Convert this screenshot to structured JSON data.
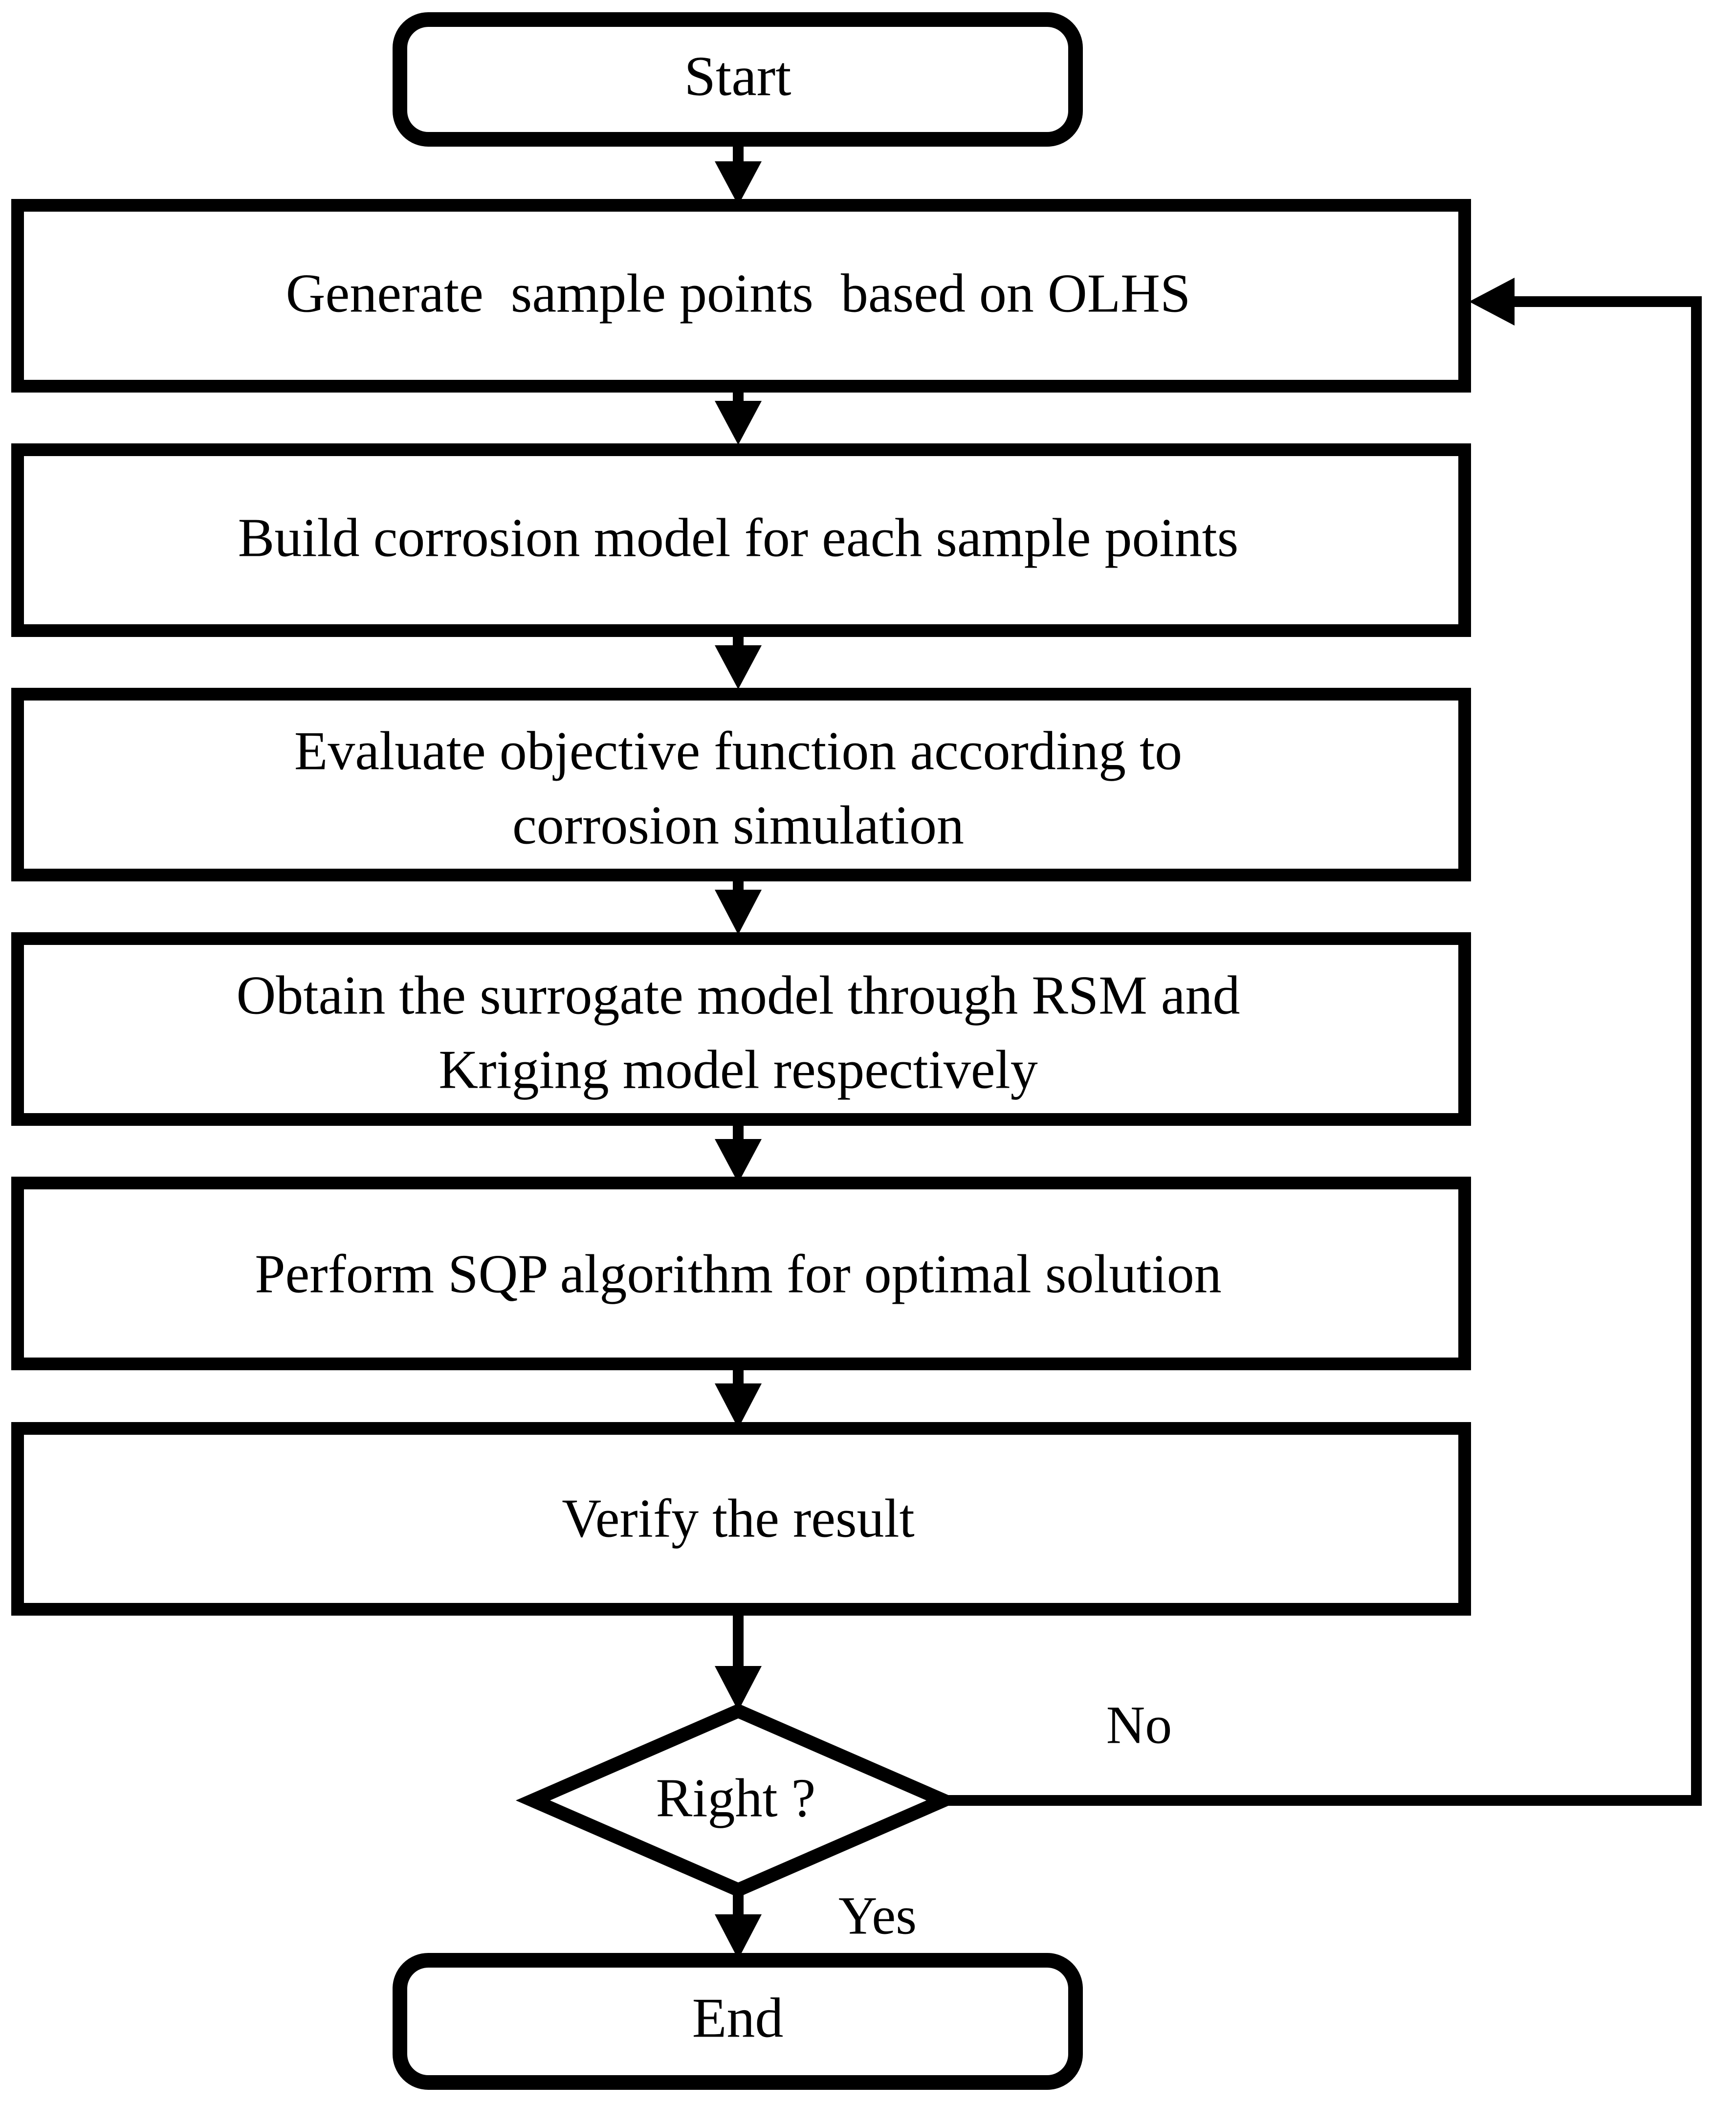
{
  "diagram": {
    "type": "flowchart",
    "title": "Surrogate-model-based corrosion optimization flowchart",
    "background_color": "#ffffff",
    "line_color": "#000000",
    "text_color": "#000000",
    "nodes": [
      {
        "id": "start",
        "shape": "rounded-rectangle",
        "label": "Start",
        "lines": [
          "Start"
        ]
      },
      {
        "id": "generate",
        "shape": "rectangle",
        "label": "Generate  sample points  based on OLHS",
        "lines": [
          "Generate  sample points  based on OLHS"
        ]
      },
      {
        "id": "build",
        "shape": "rectangle",
        "label": "Build corrosion model for each sample points",
        "lines": [
          "Build corrosion model for each sample points"
        ]
      },
      {
        "id": "evaluate",
        "shape": "rectangle",
        "label": "Evaluate objective function according to corrosion simulation",
        "lines": [
          "Evaluate objective function according to",
          "corrosion simulation"
        ]
      },
      {
        "id": "surrogate",
        "shape": "rectangle",
        "label": "Obtain the surrogate model through RSM and Kriging model respectively",
        "lines": [
          "Obtain the surrogate model through RSM and",
          "Kriging model respectively"
        ]
      },
      {
        "id": "sqp",
        "shape": "rectangle",
        "label": "Perform SQP algorithm for optimal solution",
        "lines": [
          "Perform SQP algorithm for optimal solution"
        ]
      },
      {
        "id": "verify",
        "shape": "rectangle",
        "label": "Verify the result",
        "lines": [
          "Verify the result"
        ]
      },
      {
        "id": "decision",
        "shape": "diamond",
        "label": "Right ?",
        "lines": [
          "Right ?"
        ]
      },
      {
        "id": "end",
        "shape": "rounded-rectangle",
        "label": "End",
        "lines": [
          "End"
        ]
      }
    ],
    "edge_labels": {
      "no": "No",
      "yes": "Yes"
    },
    "edges": [
      {
        "from": "start",
        "to": "generate",
        "label": ""
      },
      {
        "from": "generate",
        "to": "build",
        "label": ""
      },
      {
        "from": "build",
        "to": "evaluate",
        "label": ""
      },
      {
        "from": "evaluate",
        "to": "surrogate",
        "label": ""
      },
      {
        "from": "surrogate",
        "to": "sqp",
        "label": ""
      },
      {
        "from": "sqp",
        "to": "verify",
        "label": ""
      },
      {
        "from": "verify",
        "to": "decision",
        "label": ""
      },
      {
        "from": "decision",
        "to": "generate",
        "label": "No"
      },
      {
        "from": "decision",
        "to": "end",
        "label": "Yes"
      }
    ]
  }
}
